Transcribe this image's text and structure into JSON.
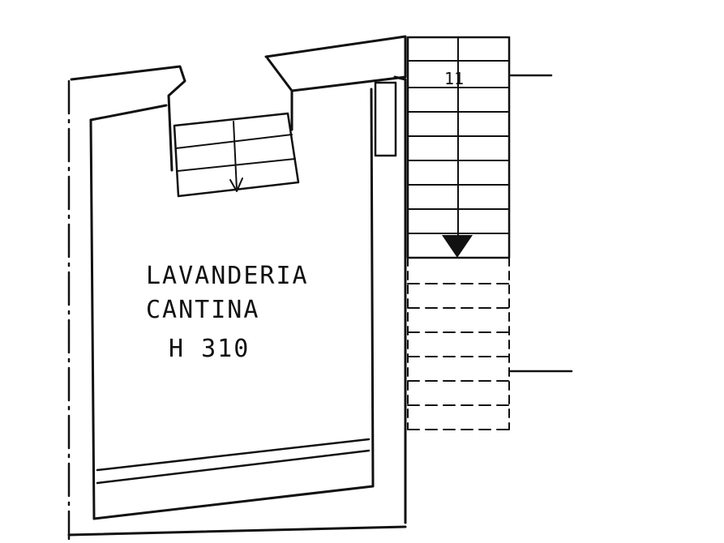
{
  "plan": {
    "room_name_1": "LAVANDERIA",
    "room_name_2": "CANTINA",
    "room_height": "H 310",
    "stair_mark": "11"
  },
  "colors": {
    "ink": "#111111",
    "paper": "#ffffff"
  }
}
